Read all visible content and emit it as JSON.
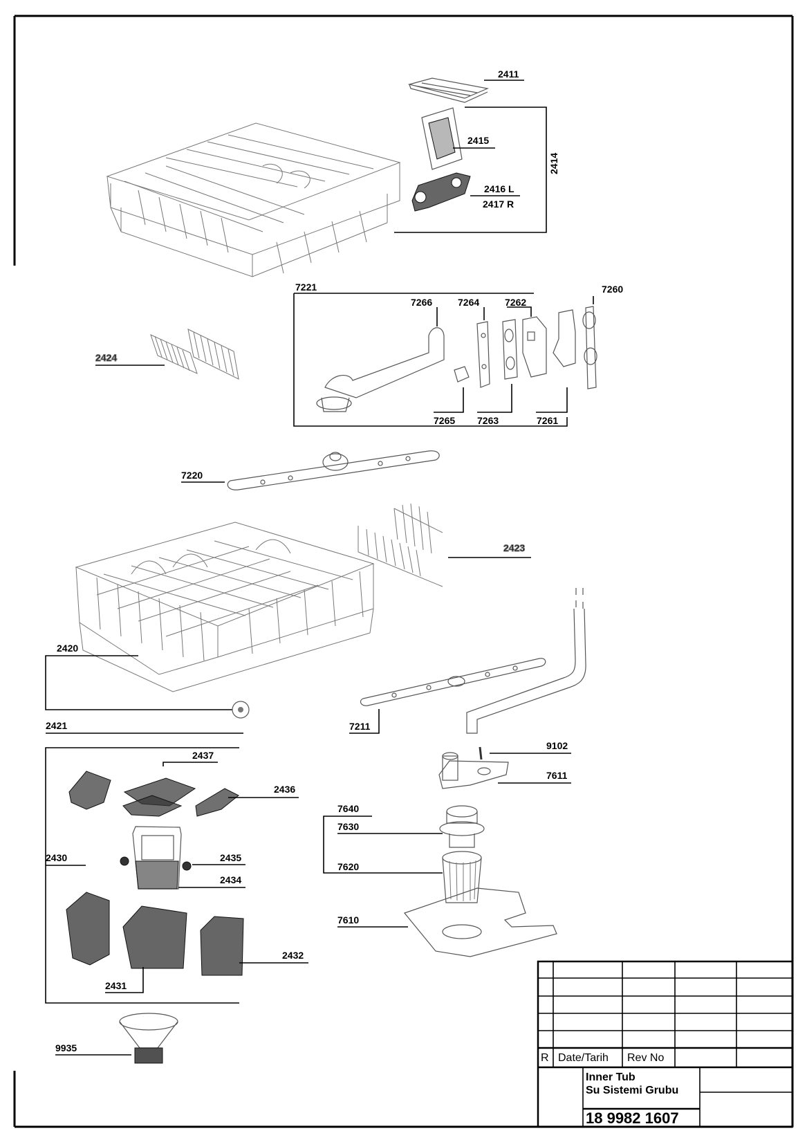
{
  "colors": {
    "line": "#000000",
    "part_stroke": "#555555",
    "background": "#ffffff"
  },
  "labels": {
    "p2411": "2411",
    "p2415": "2415",
    "p2414": "2414",
    "p2416": "2416 L",
    "p2417": "2417 R",
    "p7221": "7221",
    "p7266": "7266",
    "p7264": "7264",
    "p7262": "7262",
    "p7260": "7260",
    "p2424": "2424",
    "p7265": "7265",
    "p7263": "7263",
    "p7261": "7261",
    "p7220": "7220",
    "p2423": "2423",
    "p2420": "2420",
    "p2421": "2421",
    "p7211": "7211",
    "p9102": "9102",
    "p7611": "7611",
    "p2437": "2437",
    "p2436": "2436",
    "p7640": "7640",
    "p7630": "7630",
    "p2430": "2430",
    "p2435": "2435",
    "p2434": "2434",
    "p7620": "7620",
    "p7610": "7610",
    "p2432": "2432",
    "p2431": "2431",
    "p9935": "9935"
  },
  "title_block": {
    "revision_header": {
      "r": "R",
      "date": "Date/Tarih",
      "rev_no": "Rev No"
    },
    "title_line1": "Inner Tub",
    "title_line2": "Su Sistemi Grubu",
    "drawing_number": "18 9982 1607"
  }
}
